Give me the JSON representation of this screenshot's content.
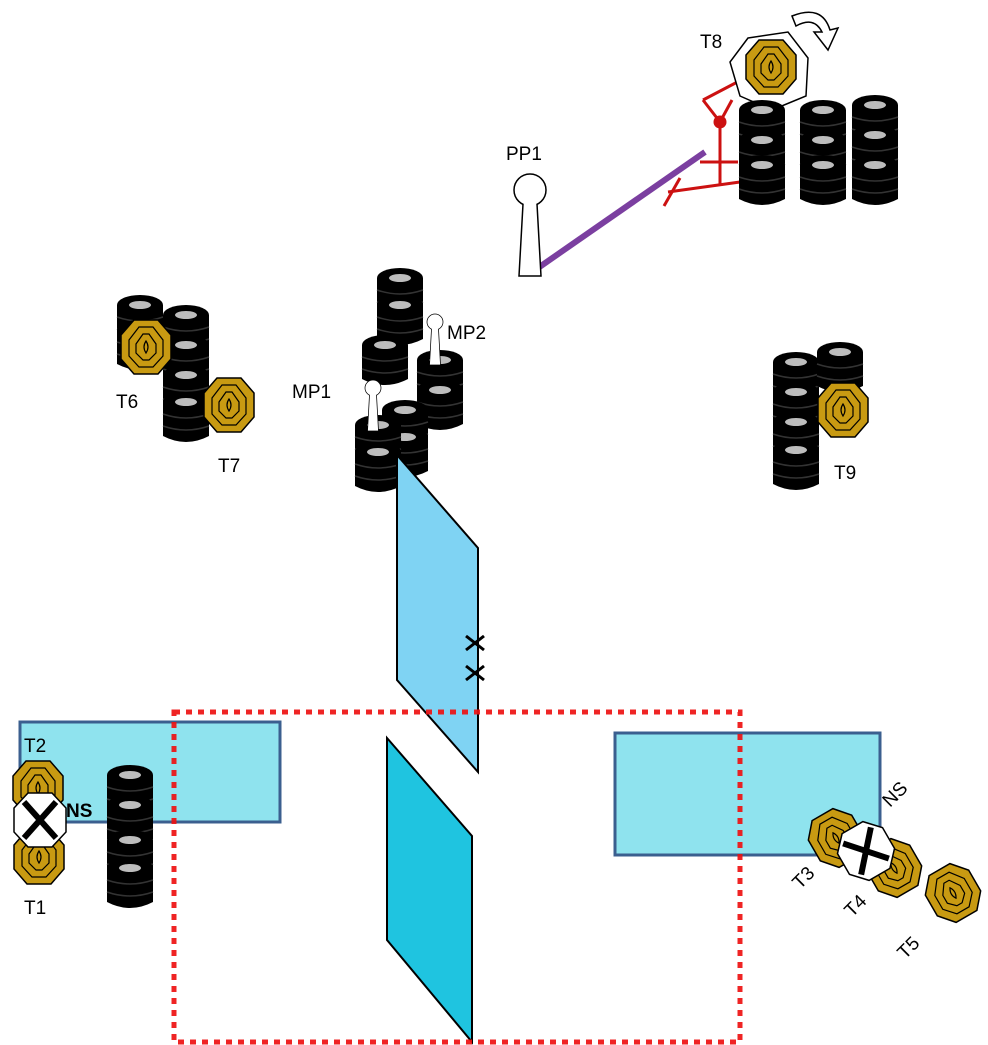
{
  "diagram": {
    "labels": {
      "pp1": "PP1",
      "mp1": "MP1",
      "mp2": "MP2",
      "t1": "T1",
      "t2": "T2",
      "t3": "T3",
      "t4": "T4",
      "t5": "T5",
      "t6": "T6",
      "t7": "T7",
      "t8": "T8",
      "t9": "T9",
      "ns_left": "NS",
      "ns_right": "NS"
    },
    "colors": {
      "target_fill": "#c89a12",
      "barrel_black": "#000000",
      "barrel_top": "#b8b8b8",
      "wall_light_blue": "#7fd3f3",
      "wall_cyan": "#1fc4e0",
      "table_fill": "#8fe3ee",
      "table_border": "#3b5f8f",
      "shooting_area_border": "#ee1111",
      "swinger_red": "#cc1111",
      "cable_purple": "#7b3fa0",
      "no_shoot_white": "#ffffff"
    }
  }
}
